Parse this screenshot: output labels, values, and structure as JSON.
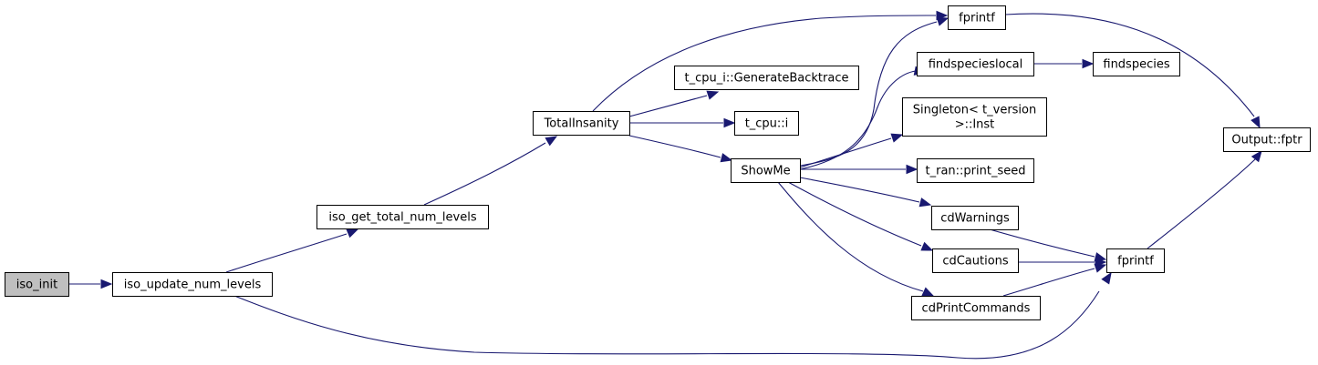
{
  "diagram": {
    "type": "call-graph",
    "edge_color": "#191970",
    "root_fill": "#bfbfbf",
    "nodes": [
      {
        "id": "iso_init",
        "label": [
          "iso_init"
        ],
        "root": true
      },
      {
        "id": "iso_update_num_levels",
        "label": [
          "iso_update_num_levels"
        ]
      },
      {
        "id": "iso_get_total_num_levels",
        "label": [
          "iso_get_total_num_levels"
        ]
      },
      {
        "id": "TotalInsanity",
        "label": [
          "TotalInsanity"
        ]
      },
      {
        "id": "fprintf_top",
        "label": [
          "fprintf"
        ]
      },
      {
        "id": "GenerateBacktrace",
        "label": [
          "t_cpu_i::GenerateBacktrace"
        ]
      },
      {
        "id": "t_cpu_i",
        "label": [
          "t_cpu::i"
        ]
      },
      {
        "id": "ShowMe",
        "label": [
          "ShowMe"
        ]
      },
      {
        "id": "findspecieslocal",
        "label": [
          "findspecieslocal"
        ]
      },
      {
        "id": "findspecies",
        "label": [
          "findspecies"
        ]
      },
      {
        "id": "SingletonInst",
        "label": [
          "Singleton< t_version",
          ">::Inst"
        ]
      },
      {
        "id": "print_seed",
        "label": [
          "t_ran::print_seed"
        ]
      },
      {
        "id": "cdWarnings",
        "label": [
          "cdWarnings"
        ]
      },
      {
        "id": "cdCautions",
        "label": [
          "cdCautions"
        ]
      },
      {
        "id": "cdPrintCommands",
        "label": [
          "cdPrintCommands"
        ]
      },
      {
        "id": "fprintf_bottom",
        "label": [
          "fprintf"
        ]
      },
      {
        "id": "Output_fptr",
        "label": [
          "Output::fptr"
        ]
      }
    ],
    "edges": [
      {
        "from": "iso_init",
        "to": "iso_update_num_levels"
      },
      {
        "from": "iso_update_num_levels",
        "to": "iso_get_total_num_levels"
      },
      {
        "from": "iso_update_num_levels",
        "to": "fprintf_bottom"
      },
      {
        "from": "iso_get_total_num_levels",
        "to": "TotalInsanity"
      },
      {
        "from": "TotalInsanity",
        "to": "fprintf_top"
      },
      {
        "from": "TotalInsanity",
        "to": "GenerateBacktrace"
      },
      {
        "from": "TotalInsanity",
        "to": "t_cpu_i"
      },
      {
        "from": "TotalInsanity",
        "to": "ShowMe"
      },
      {
        "from": "ShowMe",
        "to": "fprintf_top"
      },
      {
        "from": "ShowMe",
        "to": "findspecieslocal"
      },
      {
        "from": "ShowMe",
        "to": "SingletonInst"
      },
      {
        "from": "ShowMe",
        "to": "print_seed"
      },
      {
        "from": "ShowMe",
        "to": "cdWarnings"
      },
      {
        "from": "ShowMe",
        "to": "cdCautions"
      },
      {
        "from": "ShowMe",
        "to": "cdPrintCommands"
      },
      {
        "from": "findspecieslocal",
        "to": "findspecies"
      },
      {
        "from": "fprintf_top",
        "to": "Output_fptr"
      },
      {
        "from": "cdWarnings",
        "to": "fprintf_bottom"
      },
      {
        "from": "cdCautions",
        "to": "fprintf_bottom"
      },
      {
        "from": "cdPrintCommands",
        "to": "fprintf_bottom"
      },
      {
        "from": "fprintf_bottom",
        "to": "Output_fptr"
      }
    ]
  }
}
